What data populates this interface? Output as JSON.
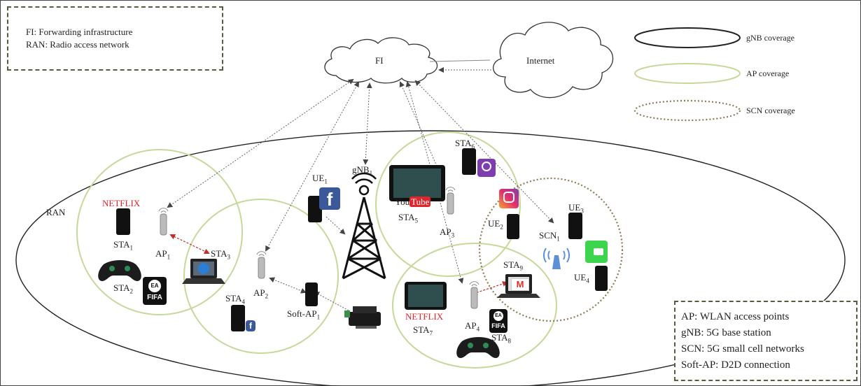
{
  "top_box": {
    "line1": "FI: Forwarding infrastructure",
    "line2": "RAN: Radio access network"
  },
  "clouds": {
    "fi": "FI",
    "internet": "Internet"
  },
  "legend_top": {
    "gnb": "gNB coverage",
    "ap": "AP coverage",
    "scn": "SCN coverage"
  },
  "legend_bottom": {
    "ap": "AP: WLAN access points",
    "gnb": "gNB: 5G base station",
    "scn": "SCN: 5G small cell networks",
    "softap": "Soft-AP: D2D connection"
  },
  "ran": "RAN",
  "netflix": "NETFLIX",
  "youtube": {
    "you": "You",
    "tube": "Tube"
  },
  "nodes": {
    "sta": "STA",
    "ap": "AP",
    "ue": "UE",
    "gnb": "gNB",
    "scn": "SCN",
    "softap": "Soft-AP",
    "sub1": "1",
    "sub2": "2",
    "sub3": "3",
    "sub4": "4",
    "sub5": "5",
    "sub6": "6",
    "sub7": "7",
    "sub8": "8",
    "sub9": "9"
  },
  "apps": {
    "facebook": "f",
    "fifa": "FIFA",
    "ea": "EA",
    "gmail": "M"
  },
  "colors": {
    "gnb_coverage": "#222222",
    "ap_coverage": "#c6d89a",
    "scn_coverage": "#8a7c52",
    "netflix": "#e0262c",
    "link_arrow": "#666666",
    "d2d_arrow": "#c0302a"
  }
}
